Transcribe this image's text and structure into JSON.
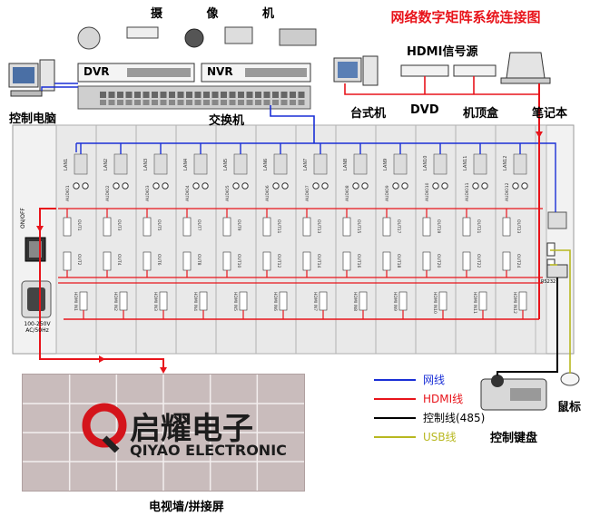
{
  "title": "网络数字矩阵系统连接图",
  "colors": {
    "title": "#e8141b",
    "network": "#1a2fd6",
    "hdmi": "#e8141b",
    "control": "#000000",
    "usb": "#b8b820",
    "chassis": "#f2f2f2",
    "wall": "#c9bcbc"
  },
  "devices": {
    "camera_label": "摄 像 机",
    "dvr_label": "DVR",
    "nvr_label": "NVR",
    "switch_label": "交换机",
    "control_pc_label": "控制电脑",
    "hdmi_source_label": "HDMI信号源",
    "desktop_label": "台式机",
    "dvd_label": "DVD",
    "stb_label": "机顶盒",
    "laptop_label": "笔记本",
    "keyboard_label": "控制键盘",
    "mouse_label": "鼠标",
    "wall_label": "电视墙/拼接屏"
  },
  "legend": [
    {
      "label": "网线",
      "color": "#1a2fd6"
    },
    {
      "label": "HDMI线",
      "color": "#e8141b"
    },
    {
      "label": "控制线(485)",
      "color": "#000000"
    },
    {
      "label": "USB线",
      "color": "#b8b820"
    }
  ],
  "brand": {
    "name_cn": "启耀电子",
    "name_en": "QIYAO ELECTRONIC"
  },
  "chassis": {
    "power_switch": "ON/OFF",
    "power_spec": "100-250V AC/50Hz",
    "rs232_label": "RS232"
  },
  "lan_ports": [
    "LAN1",
    "LAN2",
    "LAN3",
    "LAN4",
    "LAN5",
    "LAN6",
    "LAN7",
    "LAN8",
    "LAN9",
    "LAN10",
    "LAN11",
    "LAN12"
  ],
  "audio_pairs": [
    "AUDIO1",
    "AUDIO2",
    "AUDIO3",
    "AUDIO4",
    "AUDIO5",
    "AUDIO6",
    "AUDIO7",
    "AUDIO8",
    "AUDIO9",
    "AUDIO10",
    "AUDIO11",
    "AUDIO12"
  ],
  "hdmi_out_top": [
    "OUT1",
    "OUT3",
    "OUT5",
    "OUT7",
    "OUT9",
    "OUT11",
    "OUT13",
    "OUT15",
    "OUT17",
    "OUT19",
    "OUT21",
    "OUT23"
  ],
  "hdmi_out_bottom": [
    "OUT2",
    "OUT4",
    "OUT6",
    "OUT8",
    "OUT10",
    "OUT12",
    "OUT14",
    "OUT16",
    "OUT18",
    "OUT20",
    "OUT22",
    "OUT24"
  ],
  "hdmi_in": [
    "HDMI IN1",
    "HDMI IN2",
    "HDMI IN3",
    "HDMI IN4",
    "HDMI IN5",
    "HDMI IN6",
    "HDMI IN7",
    "HDMI IN8",
    "HDMI IN9",
    "HDMI IN10",
    "HDMI IN11",
    "HDMI IN12"
  ]
}
